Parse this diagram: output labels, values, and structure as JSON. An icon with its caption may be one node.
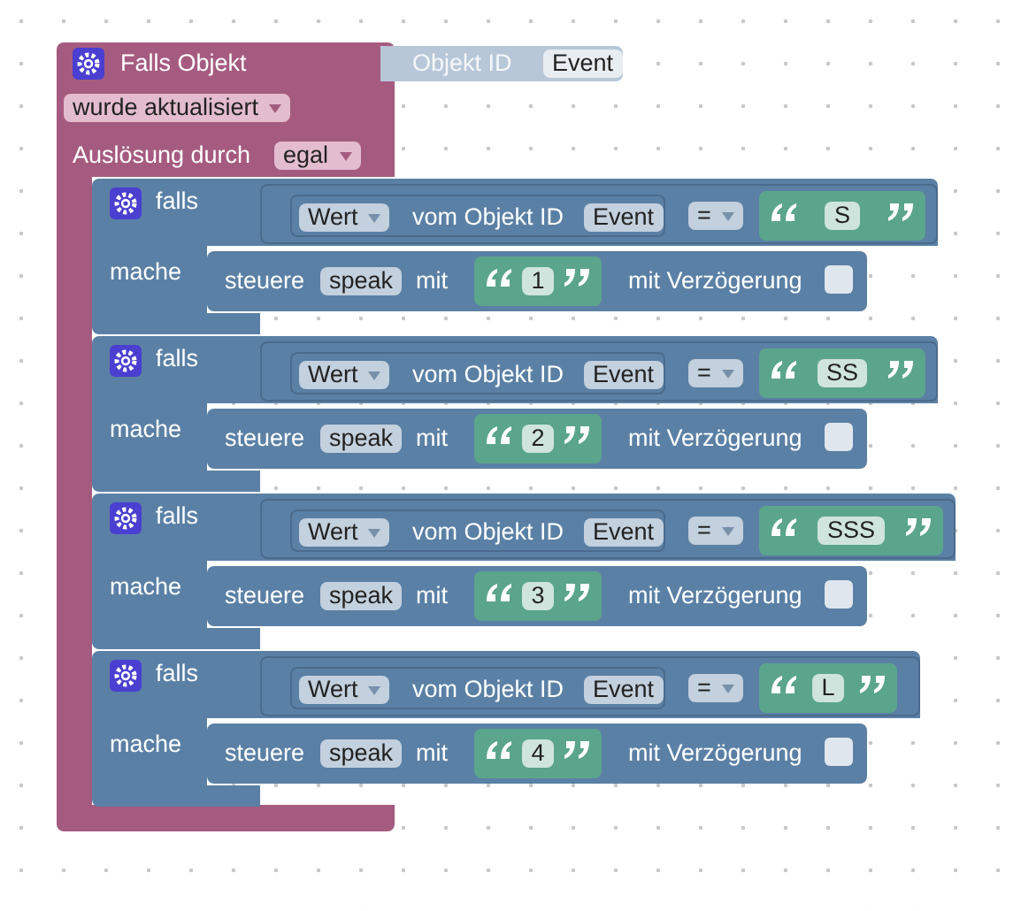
{
  "diagram": {
    "nodes": [
      {
        "text": [
          "Falls Objekt",
          "wurde aktualisiert",
          "Auslösung durch",
          "egal"
        ]
      },
      {
        "text": [
          "Objekt ID",
          "Event"
        ]
      },
      {
        "text": [
          "falls",
          "mache"
        ]
      },
      {
        "text": [
          "="
        ],
        "in": 2
      },
      {
        "text": [
          "Wert",
          "vom Objekt ID",
          "Event"
        ],
        "in": 3
      },
      {
        "text": [
          "S"
        ],
        "in": 3
      },
      {
        "text": [
          "steuere",
          "speak",
          "mit",
          "mit Verzögerung"
        ],
        "in": 2
      },
      {
        "text": [
          "1"
        ],
        "in": 6
      },
      {
        "text": [
          "falls",
          "mache"
        ]
      },
      {
        "text": [
          "="
        ],
        "in": 8
      },
      {
        "text": [
          "Wert",
          "vom Objekt ID",
          "Event"
        ],
        "in": 9
      },
      {
        "text": [
          "SS"
        ],
        "in": 9
      },
      {
        "text": [
          "steuere",
          "speak",
          "mit",
          "mit Verzögerung"
        ],
        "in": 8
      },
      {
        "text": [
          "2"
        ],
        "in": 12
      },
      {
        "text": [
          "falls",
          "mache"
        ]
      },
      {
        "text": [
          "="
        ],
        "in": 14
      },
      {
        "text": [
          "Wert",
          "vom Objekt ID",
          "Event"
        ],
        "in": 15
      },
      {
        "text": [
          "SSS"
        ],
        "in": 15
      },
      {
        "text": [
          "steuere",
          "speak",
          "mit",
          "mit Verzögerung"
        ],
        "in": 14
      },
      {
        "text": [
          "3"
        ],
        "in": 18
      },
      {
        "text": [
          "falls",
          "mache"
        ]
      },
      {
        "text": [
          "="
        ],
        "in": 20
      },
      {
        "text": [
          "Wert",
          "vom Objekt ID",
          "Event"
        ],
        "in": 21
      },
      {
        "text": [
          "L"
        ],
        "in": 21
      },
      {
        "text": [
          "steuere",
          "speak",
          "mit",
          "mit Verzögerung"
        ],
        "in": 20
      },
      {
        "text": [
          "4"
        ],
        "in": 24
      }
    ]
  }
}
